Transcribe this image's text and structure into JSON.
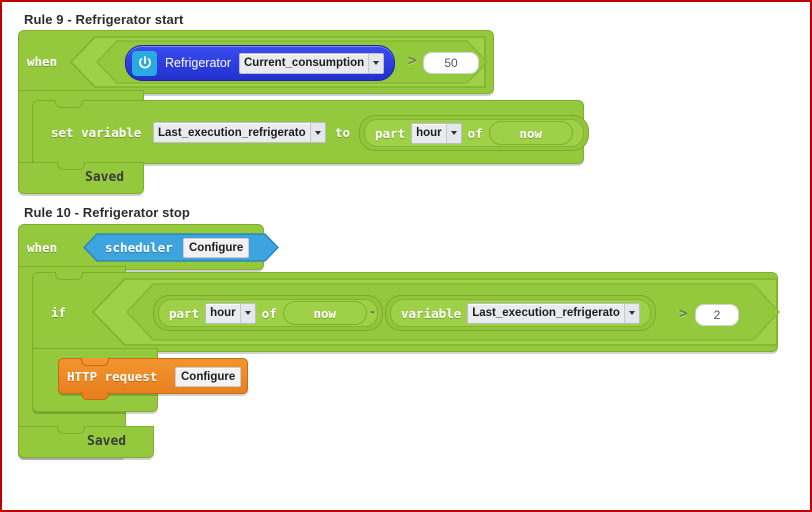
{
  "page": {
    "border_color": "#c00000",
    "background": "#ffffff"
  },
  "rules": [
    {
      "id": "rule-9",
      "title": "Rule 9 - Refrigerator start",
      "when_label": "when",
      "trigger": {
        "type": "device-block",
        "icon": "power-icon",
        "device_name": "Refrigerator",
        "property": "Current_consumption",
        "operator": ">",
        "value": "50",
        "block_color": "#2f3fe0",
        "icon_color": "#29abe2"
      },
      "action": {
        "set_variable_label": "set variable",
        "variable_name": "Last_execution_refrigerato",
        "to_label": "to",
        "part_label": "part",
        "part_value": "hour",
        "of_label": "of",
        "now_label": "now"
      },
      "status": "Saved"
    },
    {
      "id": "rule-10",
      "title": "Rule 10 - Refrigerator stop",
      "when_label": "when",
      "trigger": {
        "type": "scheduler-block",
        "name": "scheduler",
        "configure_label": "Configure",
        "block_color": "#3da4e0"
      },
      "condition": {
        "if_label": "if",
        "left": {
          "part_label": "part",
          "part_value": "hour",
          "of_label": "of",
          "now_label": "now"
        },
        "minus_label": "-",
        "right": {
          "variable_label": "variable",
          "variable_name": "Last_execution_refrigerato"
        },
        "operator": ">",
        "value": "2"
      },
      "action": {
        "type": "http-request-block",
        "label": "HTTP request",
        "configure_label": "Configure",
        "block_color": "#ef8b2c"
      },
      "status": "Saved"
    }
  ],
  "theme": {
    "block_green": "#95c93d",
    "block_green_inner": "#9ed048",
    "blue_device": "#2f3fe0",
    "blue_scheduler": "#3da4e0",
    "orange_http": "#ef8b2c"
  }
}
